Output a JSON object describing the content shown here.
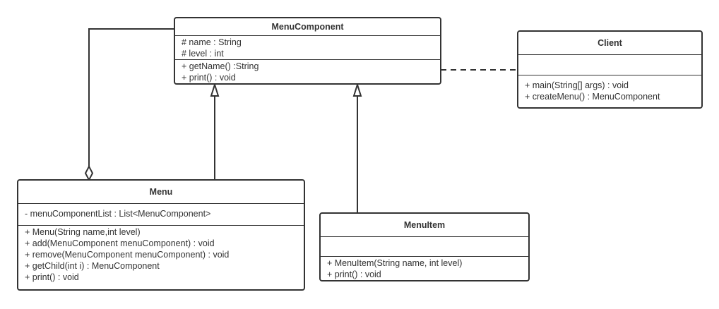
{
  "classes": {
    "menu_component": {
      "name": "MenuComponent",
      "attributes": [
        "# name : String",
        "# level : int"
      ],
      "methods": [
        "+ getName() :String",
        "+ print() : void"
      ]
    },
    "client": {
      "name": "Client",
      "attributes": [],
      "methods": [
        "+ main(String[] args) : void",
        "+ createMenu() : MenuComponent"
      ]
    },
    "menu": {
      "name": "Menu",
      "attributes": [
        "- menuComponentList : List<MenuComponent>"
      ],
      "methods": [
        "+ Menu(String name,int level)",
        "+ add(MenuComponent menuComponent) : void",
        "+ remove(MenuComponent menuComponent) : void",
        "+ getChild(int i) : MenuComponent",
        "+ print() : void"
      ]
    },
    "menu_item": {
      "name": "MenuItem",
      "attributes": [],
      "methods": [
        "+ MenuItem(String name, int level)",
        "+ print() : void"
      ]
    }
  },
  "relations": [
    {
      "type": "aggregation",
      "from": "Menu",
      "to": "MenuComponent"
    },
    {
      "type": "generalization",
      "from": "Menu",
      "to": "MenuComponent"
    },
    {
      "type": "generalization",
      "from": "MenuItem",
      "to": "MenuComponent"
    },
    {
      "type": "dependency",
      "from": "Client",
      "to": "MenuComponent"
    }
  ],
  "colors": {
    "line": "#333333",
    "background": "#ffffff"
  }
}
